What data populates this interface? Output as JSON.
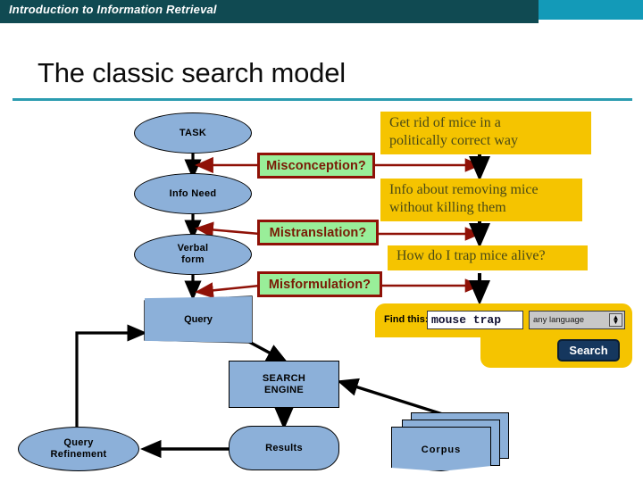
{
  "header": {
    "course_title": "Introduction to Information Retrieval",
    "dark_color": "#104a52",
    "light_color": "#139ab8"
  },
  "slide": {
    "title": "The classic search model",
    "rule_color": "#2b9cb0"
  },
  "pipeline": {
    "nodes": [
      {
        "id": "task",
        "label": "TASK",
        "shape": "ellipse"
      },
      {
        "id": "info-need",
        "label": "Info Need",
        "shape": "ellipse"
      },
      {
        "id": "verbal-form",
        "label": "Verbal\nform",
        "shape": "ellipse"
      },
      {
        "id": "query",
        "label": "Query",
        "shape": "document"
      },
      {
        "id": "search-engine",
        "label": "SEARCH\nENGINE",
        "shape": "rect"
      },
      {
        "id": "results",
        "label": "Results",
        "shape": "stadium"
      },
      {
        "id": "query-refinement",
        "label": "Query\nRefinement",
        "shape": "ellipse"
      },
      {
        "id": "corpus",
        "label": "Corpus",
        "shape": "document-stack"
      }
    ],
    "node_fill": "#8cb0d9",
    "node_stroke": "#000000",
    "labels": {
      "task": "TASK",
      "info_need": "Info Need",
      "verbal_form_line1": "Verbal",
      "verbal_form_line2": "form",
      "query": "Query",
      "search_engine_line1": "SEARCH",
      "search_engine_line2": "ENGINE",
      "results": "Results",
      "query_refinement_line1": "Query",
      "query_refinement_line2": "Refinement",
      "corpus": "Corpus"
    }
  },
  "failure_boxes": {
    "fill": "#99ee99",
    "border": "#8f1107",
    "text_color": "#7a1a05",
    "items": [
      {
        "id": "misconception",
        "label": "Misconception?"
      },
      {
        "id": "mistranslation",
        "label": "Mistranslation?"
      },
      {
        "id": "misformulation",
        "label": "Misformulation?"
      }
    ]
  },
  "example_boxes": {
    "fill": "#f5c400",
    "text_color": "#4a4a16",
    "items": [
      {
        "id": "task-example",
        "line1": "Get rid of mice in a",
        "line2": "politically correct way"
      },
      {
        "id": "info-need-example",
        "line1": "Info about removing mice",
        "line2": "without killing them"
      },
      {
        "id": "verbal-form-example",
        "line1": "How do I trap mice alive?",
        "line2": ""
      }
    ]
  },
  "search_widget": {
    "find_label": "Find this:",
    "query_value": "mouse trap",
    "query_placeholder": "mouse trap",
    "language_value": "any language",
    "language_options": [
      "any language"
    ],
    "spinner_up": "▲",
    "spinner_down": "▼",
    "search_button_label": "Search",
    "button_color": "#15375e",
    "panel_color": "#f5c400"
  }
}
